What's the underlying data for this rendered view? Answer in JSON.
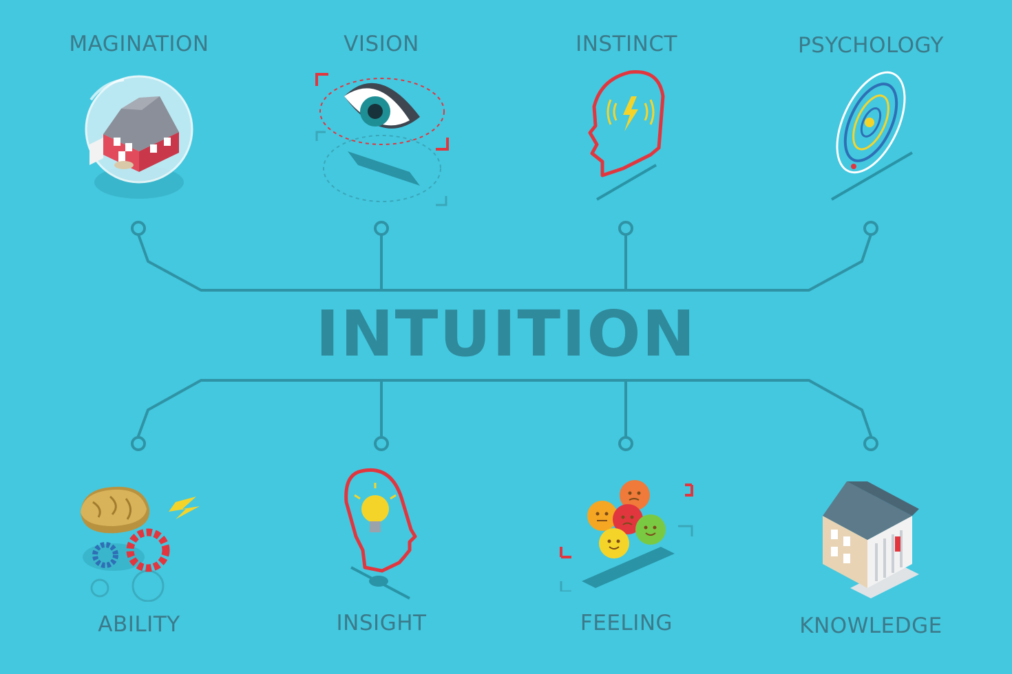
{
  "diagram": {
    "center_title": "INTUITION",
    "top_nodes": [
      {
        "label": "MAGINATION",
        "icon": "snow-globe-house-icon"
      },
      {
        "label": "VISION",
        "icon": "eye-icon"
      },
      {
        "label": "INSTINCT",
        "icon": "head-lightning-icon"
      },
      {
        "label": "PSYCHOLOGY",
        "icon": "labyrinth-icon"
      }
    ],
    "bottom_nodes": [
      {
        "label": "ABILITY",
        "icon": "brain-gears-icon"
      },
      {
        "label": "INSIGHT",
        "icon": "head-lightbulb-icon"
      },
      {
        "label": "FEELING",
        "icon": "emotion-faces-icon"
      },
      {
        "label": "KNOWLEDGE",
        "icon": "library-building-icon"
      }
    ]
  },
  "colors": {
    "background": "#44c8df",
    "lines": "#2f93a5",
    "title": "#2f8a9c",
    "labels": "#3b7a8a",
    "accent_red": "#e2363f",
    "accent_yellow": "#f5d42a"
  }
}
